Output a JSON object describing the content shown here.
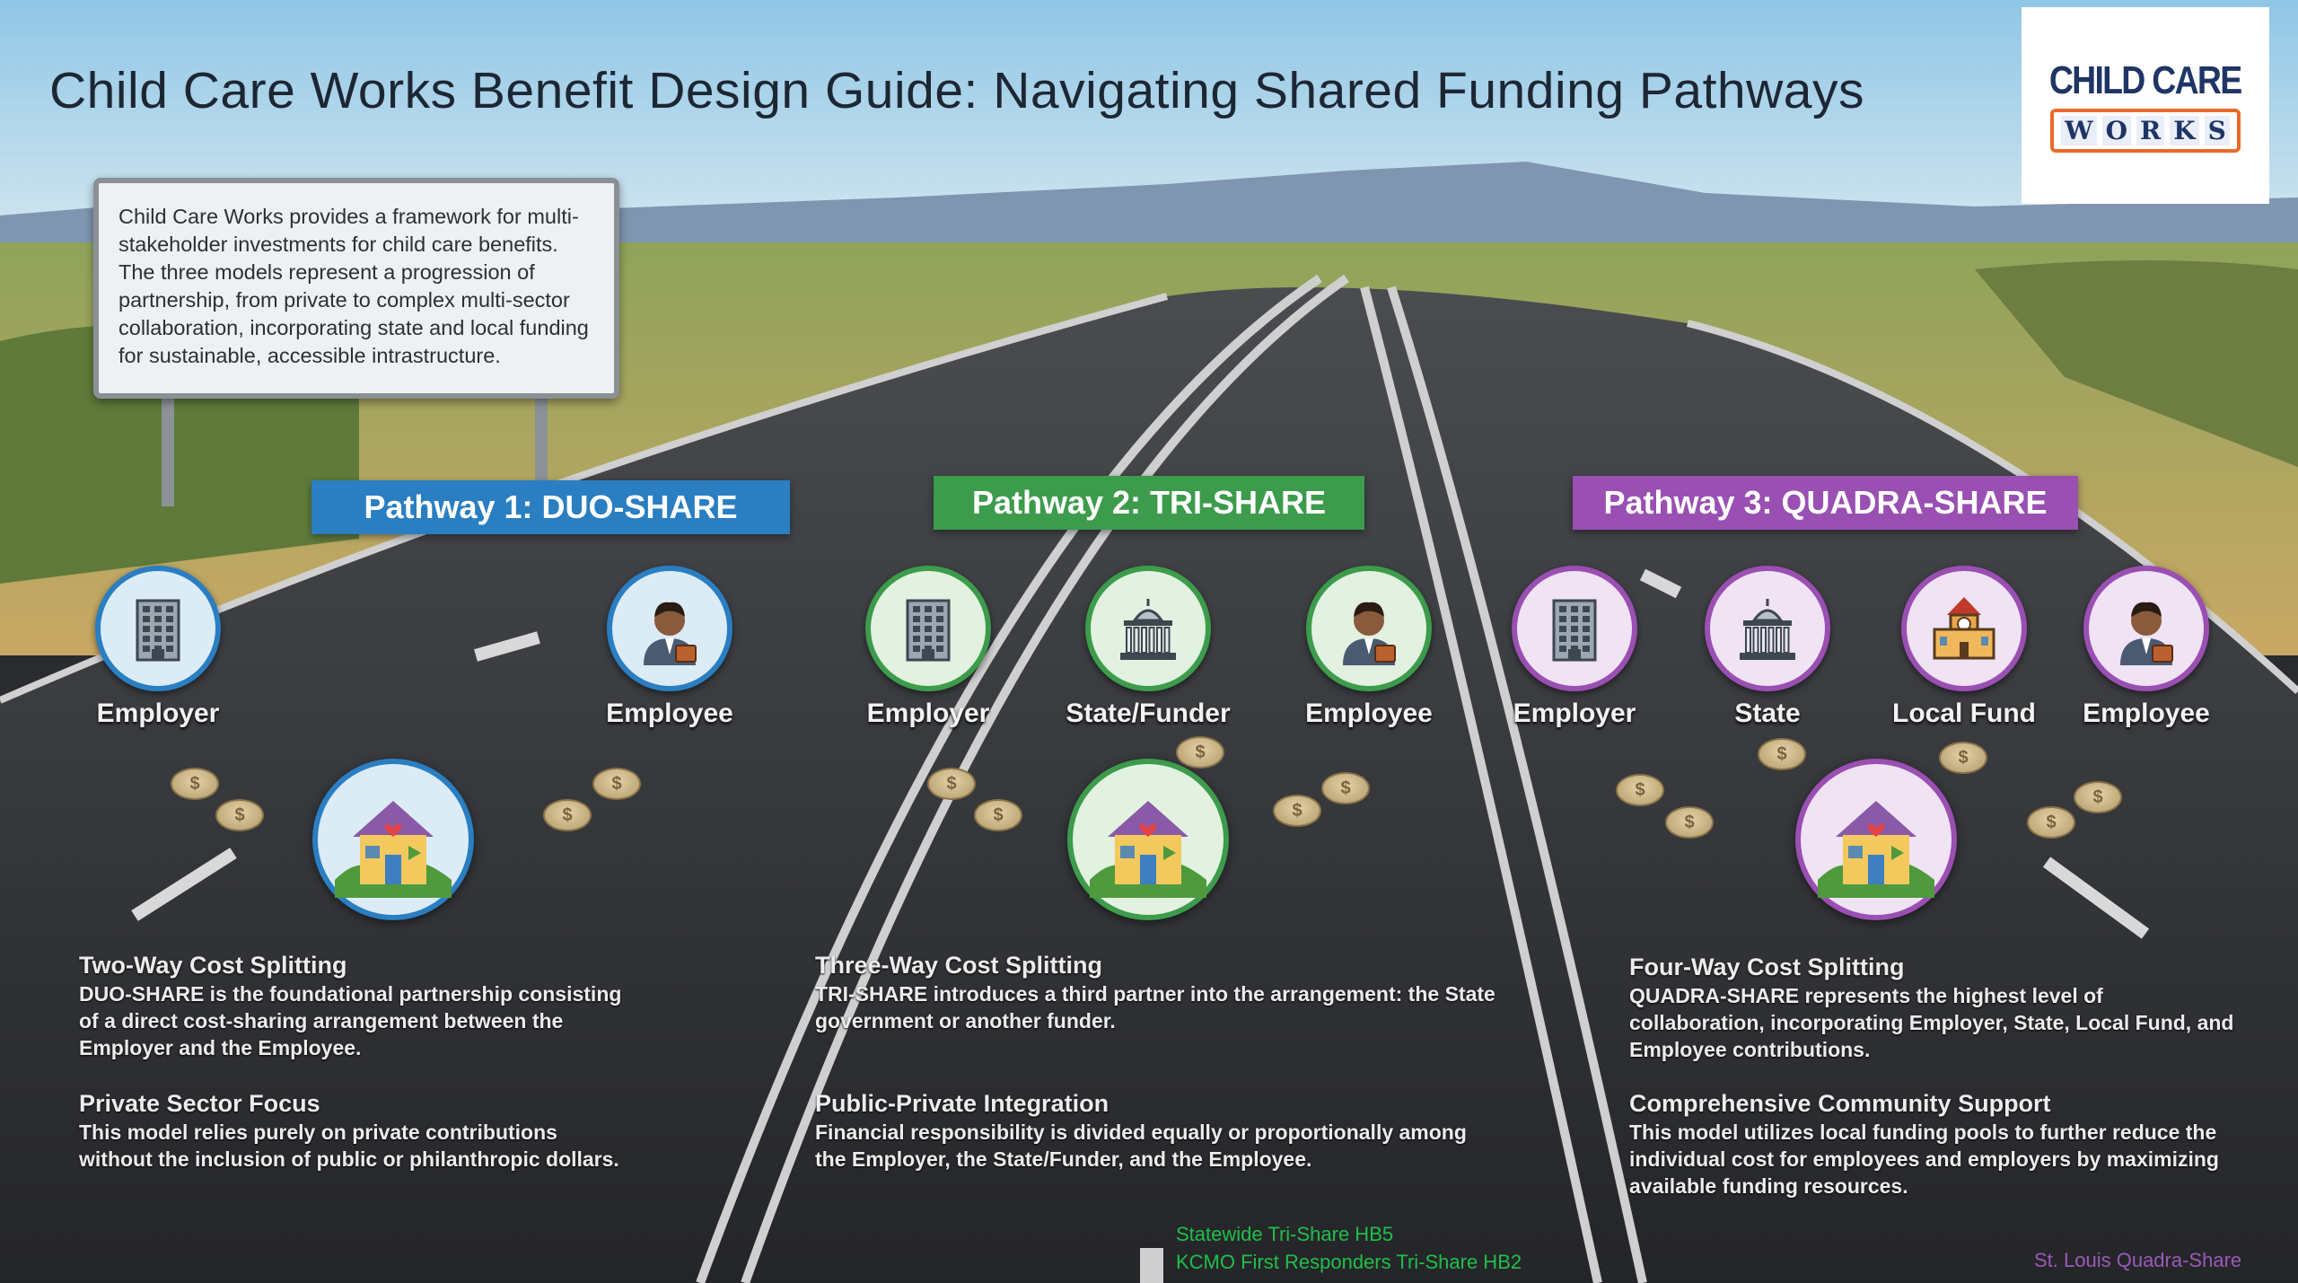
{
  "title": "Child Care Works Benefit Design Guide: Navigating Shared Funding Pathways",
  "logo": {
    "line1": "CHILD CARE",
    "letters": [
      "W",
      "O",
      "R",
      "K",
      "S"
    ]
  },
  "intro": "Child Care Works provides a framework for multi-stakeholder investments for child care benefits. The three models represent a progression of partnership, from private to complex multi-sector collaboration, incorporating state and local funding for sustainable, accessible intrastructure.",
  "colors": {
    "duo": "#2a7ec2",
    "tri": "#3d9b4c",
    "quadra": "#9a4fb2"
  },
  "pathways": [
    {
      "banner": "Pathway 1: DUO-SHARE",
      "stakeholders": [
        "Employer",
        "Employee"
      ],
      "sections": [
        {
          "heading": "Two-Way Cost Splitting",
          "body": "DUO-SHARE is the foundational partnership consisting of a direct cost-sharing arrangement between the Employer and the Employee."
        },
        {
          "heading": "Private Sector Focus",
          "body": "This model relies purely on private contributions without the inclusion of public or philanthropic dollars."
        }
      ]
    },
    {
      "banner": "Pathway 2: TRI-SHARE",
      "stakeholders": [
        "Employer",
        "State/Funder",
        "Employee"
      ],
      "sections": [
        {
          "heading": "Three-Way Cost Splitting",
          "body": "TRI-SHARE introduces a third partner into the arrangement: the State government or another funder."
        },
        {
          "heading": "Public-Private Integration",
          "body": "Financial responsibility is divided equally or proportionally among the Employer, the State/Funder, and the Employee."
        }
      ],
      "links": [
        "Statewide Tri-Share HB5",
        "KCMO First Responders Tri-Share HB2"
      ]
    },
    {
      "banner": "Pathway 3: QUADRA-SHARE",
      "stakeholders": [
        "Employer",
        "State",
        "Local Fund",
        "Employee"
      ],
      "sections": [
        {
          "heading": "Four-Way Cost Splitting",
          "body": "QUADRA-SHARE represents the highest level of collaboration, incorporating Employer, State, Local Fund, and Employee contributions."
        },
        {
          "heading": "Comprehensive Community Support",
          "body": "This model utilizes local funding pools to further reduce the individual cost for employees and employers by maximizing available funding resources."
        }
      ],
      "links": [
        "St. Louis Quadra-Share"
      ]
    }
  ],
  "coin_symbol": "$"
}
